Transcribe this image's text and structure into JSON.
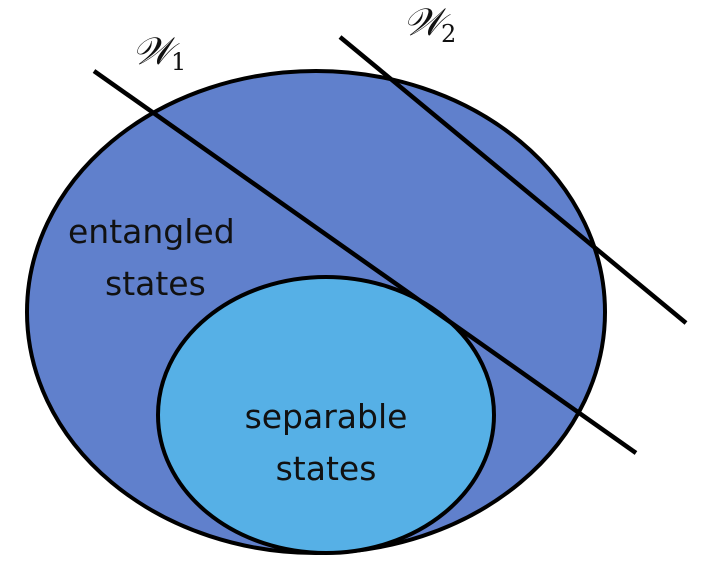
{
  "colors": {
    "entangled_fill": "#6080cc",
    "separable_fill": "#56b0e6",
    "outline": "#000000"
  },
  "regions": {
    "entangled": {
      "line1": "entangled",
      "line2": "states"
    },
    "separable": {
      "line1": "separable",
      "line2": "states"
    }
  },
  "witnesses": [
    {
      "symbol": "𝒲",
      "subscript": "1"
    },
    {
      "symbol": "𝒲",
      "subscript": "2"
    }
  ]
}
